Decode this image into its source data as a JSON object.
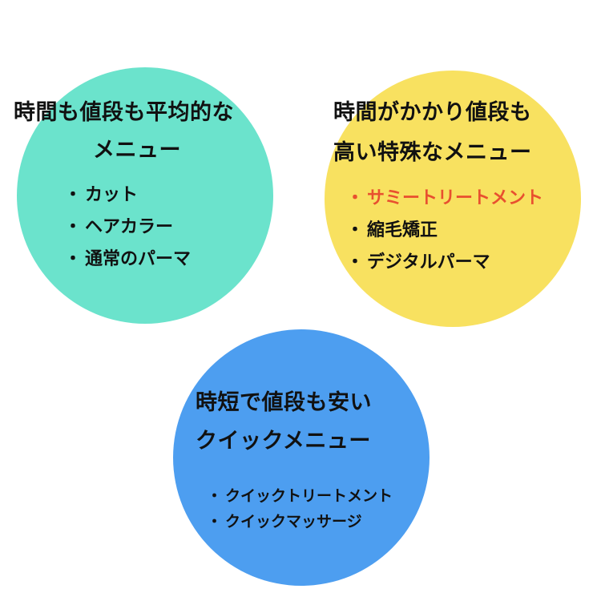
{
  "colors": {
    "teal": "#6be3cc",
    "yellow": "#f8e160",
    "blue": "#4d9ef0",
    "highlight": "#e8502f"
  },
  "bullet": "・",
  "teal_circle": {
    "title_line1": "時間も値段も平均的な",
    "title_line2": "メニュー",
    "items": [
      "カット",
      "ヘアカラー",
      "通常のパーマ"
    ]
  },
  "yellow_circle": {
    "title_line1": "時間がかかり値段も",
    "title_line2": "高い特殊なメニュー",
    "items": [
      "サミートリートメント",
      "縮毛矯正",
      "デジタルパーマ"
    ],
    "highlighted_item_index": 0
  },
  "blue_circle": {
    "title_line1": "時短で値段も安い",
    "title_line2": "クイックメニュー",
    "items": [
      "クイックトリートメント",
      "クイックマッサージ"
    ]
  }
}
